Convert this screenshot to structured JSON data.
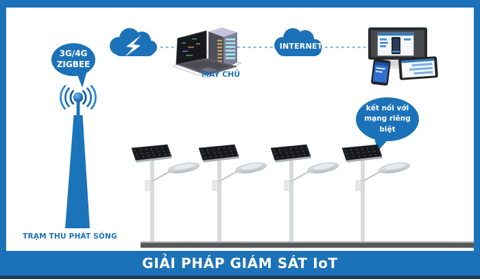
{
  "frame": {
    "title": "GIẢI PHÁP GIÁM SÁT IoT"
  },
  "diagram": {
    "bubble_3g4g": {
      "line1": "3G/4G",
      "line2": "ZIGBEE"
    },
    "internet_cloud": {
      "label": "INTERNET"
    },
    "server_label": "MÁY CHỦ",
    "tower_label": "TRẠM THU PHÁT SÓNG",
    "bubble_network": {
      "line1": "kết nối với",
      "line2": "mạng riêng biệt"
    }
  },
  "icons": [
    "cloud-lightning-icon",
    "internet-cloud-icon",
    "antenna-icon",
    "broadcast-tower-icon",
    "laptop-server-icon",
    "monitor-phone-tablet-icon",
    "solar-streetlight-icon",
    "ground-bar"
  ],
  "colors": {
    "primary_blue": "#1c72b8",
    "navy": "#1e3d5c",
    "ground": "#57585a",
    "dash": "#7db1de",
    "label_blue": "#1b74ba"
  }
}
